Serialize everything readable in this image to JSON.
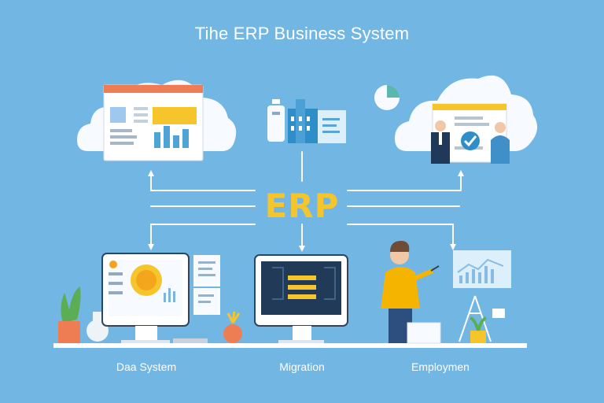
{
  "diagram": {
    "title": "Tihe ERP Business System",
    "center_label": "ERP",
    "captions": {
      "left": "Daa System",
      "center": "Migration",
      "right": "Employmen"
    }
  },
  "colors": {
    "background": "#72b6e4",
    "erp": "#f6c52c",
    "lines": "#ffffff",
    "monitor_dark": "#213a57",
    "accent_orange": "#f2a13a",
    "accent_teal": "#5bb7b0"
  }
}
